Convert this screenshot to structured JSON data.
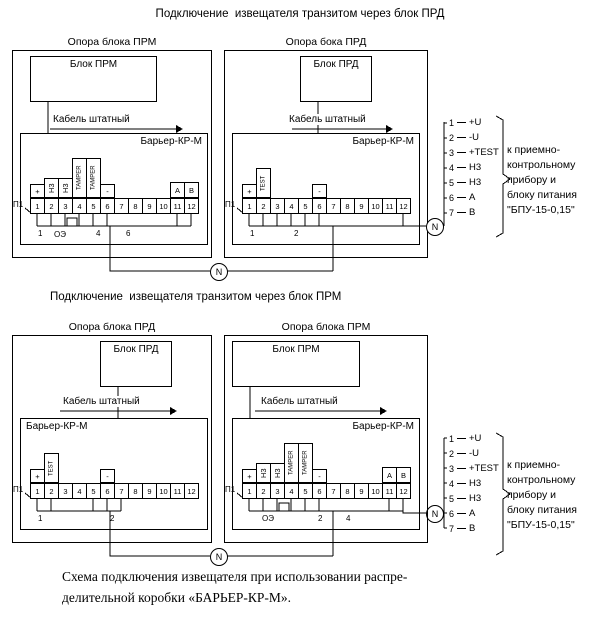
{
  "titles": {
    "section1": "Подключение  извещателя транзитом через блок ПРД",
    "section2": "Подключение  извещателя транзитом через блок ПРМ"
  },
  "caption": {
    "line1": "Схема подключения извещателя при использовании распре-",
    "line2": "делительной коробки «БАРЬЕР-КР-М»."
  },
  "node_label": "N",
  "panels": [
    {
      "support": "Опора блока ПРМ",
      "block": "Блок ПРМ",
      "cable": "Кабель штатный",
      "barrier": "Барьер-КР-М",
      "p1": "П1",
      "oe": "ОЭ",
      "labels": {
        "plus": "+",
        "nz1": "Н3",
        "nz2": "Н3",
        "tamper1": "TAMPER",
        "tamper2": "TAMPER",
        "minus": "-",
        "a": "А",
        "b": "В"
      },
      "numbers": [
        "1",
        "2",
        "3",
        "4",
        "5",
        "6",
        "7",
        "8",
        "9",
        "10",
        "11",
        "12"
      ],
      "wires": [
        "1",
        "4",
        "6"
      ]
    },
    {
      "support": "Опора бока ПРД",
      "block": "Блок ПРД",
      "cable": "Кабель штатный",
      "barrier": "Барьер-КР-М",
      "p1": "П1",
      "labels": {
        "plus": "+",
        "test": "TEST",
        "minus": "-"
      },
      "numbers": [
        "1",
        "2",
        "3",
        "4",
        "5",
        "6",
        "7",
        "8",
        "9",
        "10",
        "11",
        "12"
      ],
      "wires": [
        "1",
        "2"
      ]
    },
    {
      "support": "Опора блока ПРД",
      "block": "Блок ПРД",
      "cable": "Кабель штатный",
      "barrier": "Барьер-КР-М",
      "p1": "П1",
      "labels": {
        "plus": "+",
        "test": "TEST",
        "minus": "-"
      },
      "numbers": [
        "1",
        "2",
        "3",
        "4",
        "5",
        "6",
        "7",
        "8",
        "9",
        "10",
        "11",
        "12"
      ],
      "wires": [
        "1",
        "2"
      ]
    },
    {
      "support": "Опора блока ПРМ",
      "block": "Блок ПРМ",
      "cable": "Кабель штатный",
      "barrier": "Барьер-КР-М",
      "p1": "П1",
      "oe": "ОЭ",
      "labels": {
        "plus": "+",
        "nz1": "Н3",
        "nz2": "Н3",
        "tamper1": "TAMPER",
        "tamper2": "TAMPER",
        "minus": "-",
        "a": "А",
        "b": "В"
      },
      "numbers": [
        "1",
        "2",
        "3",
        "4",
        "5",
        "6",
        "7",
        "8",
        "9",
        "10",
        "11",
        "12"
      ],
      "wires": [
        "2",
        "4"
      ]
    }
  ],
  "output_block": {
    "rows": [
      {
        "n": "1",
        "label": "+U"
      },
      {
        "n": "2",
        "label": "-U"
      },
      {
        "n": "3",
        "label": "+TEST"
      },
      {
        "n": "4",
        "label": "Н3"
      },
      {
        "n": "5",
        "label": "Н3"
      },
      {
        "n": "6",
        "label": "А"
      },
      {
        "n": "7",
        "label": "В"
      }
    ],
    "destination": [
      "к приемно-",
      "контрольному",
      "прибору и",
      "блоку питания",
      "\"БПУ-15-0,15\""
    ]
  }
}
